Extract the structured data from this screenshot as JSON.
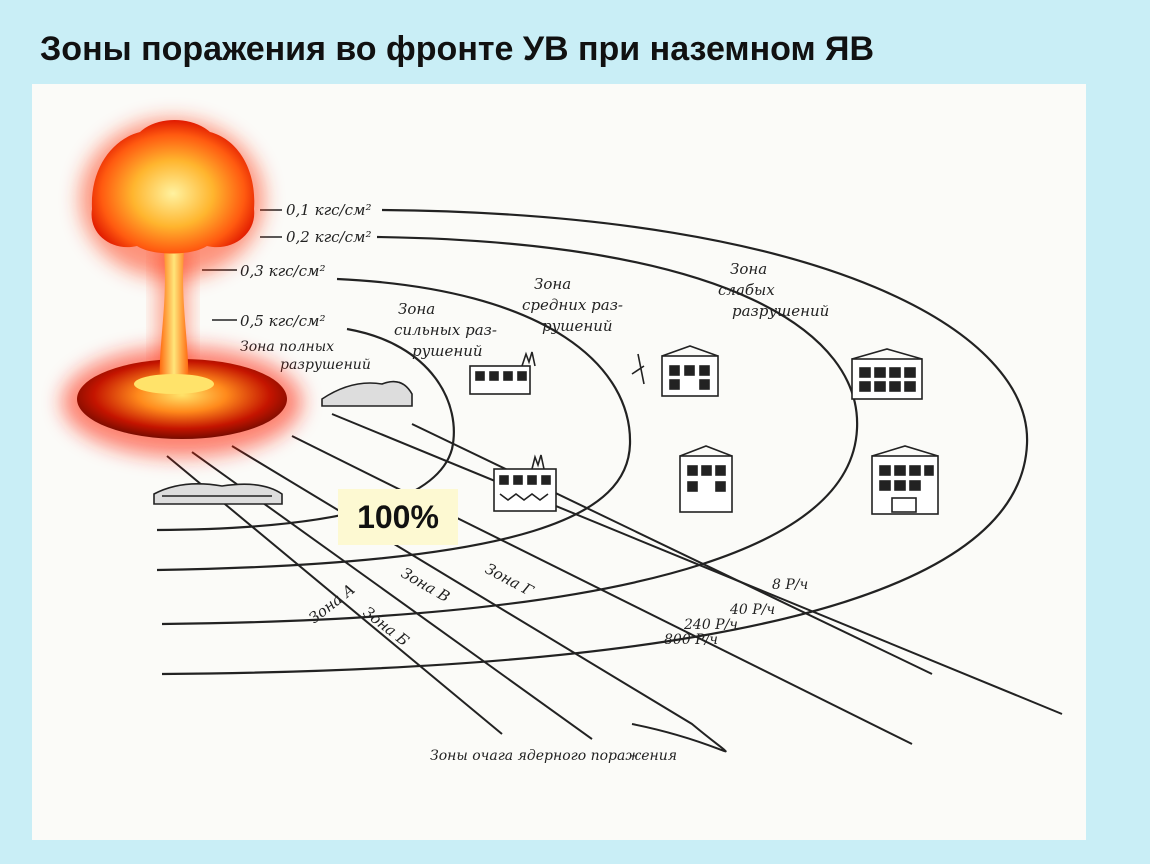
{
  "title": "Зоны поражения во фронте УВ при наземном ЯВ",
  "pressure_labels": [
    "0,1 кгс/см²",
    "0,2 кгс/см²",
    "0,3 кгс/см²",
    "0,5 кгс/см²"
  ],
  "destruction_zones": {
    "full": [
      "Зона полных",
      "разрушений"
    ],
    "strong": [
      "Зона",
      "сильных раз-",
      "рушений"
    ],
    "medium": [
      "Зона",
      "средних раз-",
      "рушений"
    ],
    "weak": [
      "Зона",
      "слабых",
      "разрушений"
    ]
  },
  "contamination_zones": [
    "Зона А",
    "Зона Б",
    "Зона В",
    "Зона Г"
  ],
  "dose_rates": [
    "8 Р/ч",
    "40 Р/ч",
    "240 Р/ч",
    "800 Р/ч"
  ],
  "caption": "Зоны очага ядерного поражения",
  "badge": "100%",
  "colors": {
    "background": "#c9eef6",
    "figure": "#fbfbf8",
    "badge": "#fdf9d2",
    "mushroom_core": "#ffd84a",
    "mushroom_glow": "#ff2a00"
  }
}
